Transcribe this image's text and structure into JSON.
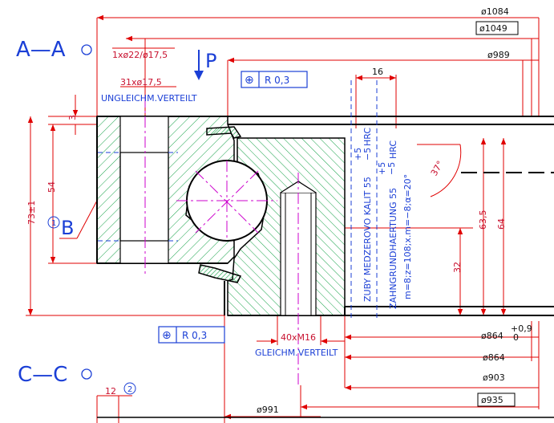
{
  "drawing": {
    "section_aa": "A—A",
    "section_cc": "C—C",
    "view_arrow_letter": "P",
    "label_b": "B",
    "circle_note_1": "1",
    "circle_note_2": "2",
    "holes_outer_1": "1xø22/ø17,5",
    "holes_outer_2": "31xø17,5",
    "uneven": "UNGLEICHM.VERTEILT",
    "even": "GLEICHM.VERTEILT",
    "thread": "40xM16",
    "tol_top_symbol": "⊕",
    "tol_top_value": "R 0,3",
    "tol_bottom_symbol": "⊕",
    "tol_bottom_value": "R 0,3",
    "d1084": "ø1084",
    "d1049": "ø1049",
    "d989": "ø989",
    "d864_tol": "ø864",
    "tol_upper": "+0,9",
    "tol_lower": "0",
    "d864": "ø864",
    "d903": "ø903",
    "d935": "ø935",
    "d991": "ø991",
    "dim16": "16",
    "dim3": "3",
    "dim54": "54",
    "dim73": "73±1",
    "dim63_5": "63,5",
    "dim64": "64",
    "dim32": "32",
    "dim12": "12",
    "angle37": "37°",
    "tol_plus5": "+5",
    "tol_minus5": "−5",
    "hard_1": "ZUBY  MEDZEROVO  KALIT  55",
    "hard_1_hrc": "HRC",
    "hard_2": "ZAHNGRUNDHAERTUNG  55",
    "hard_2_hrc": "HRC",
    "gear": "m=8;z=108;x.m=−8;α=20°"
  }
}
